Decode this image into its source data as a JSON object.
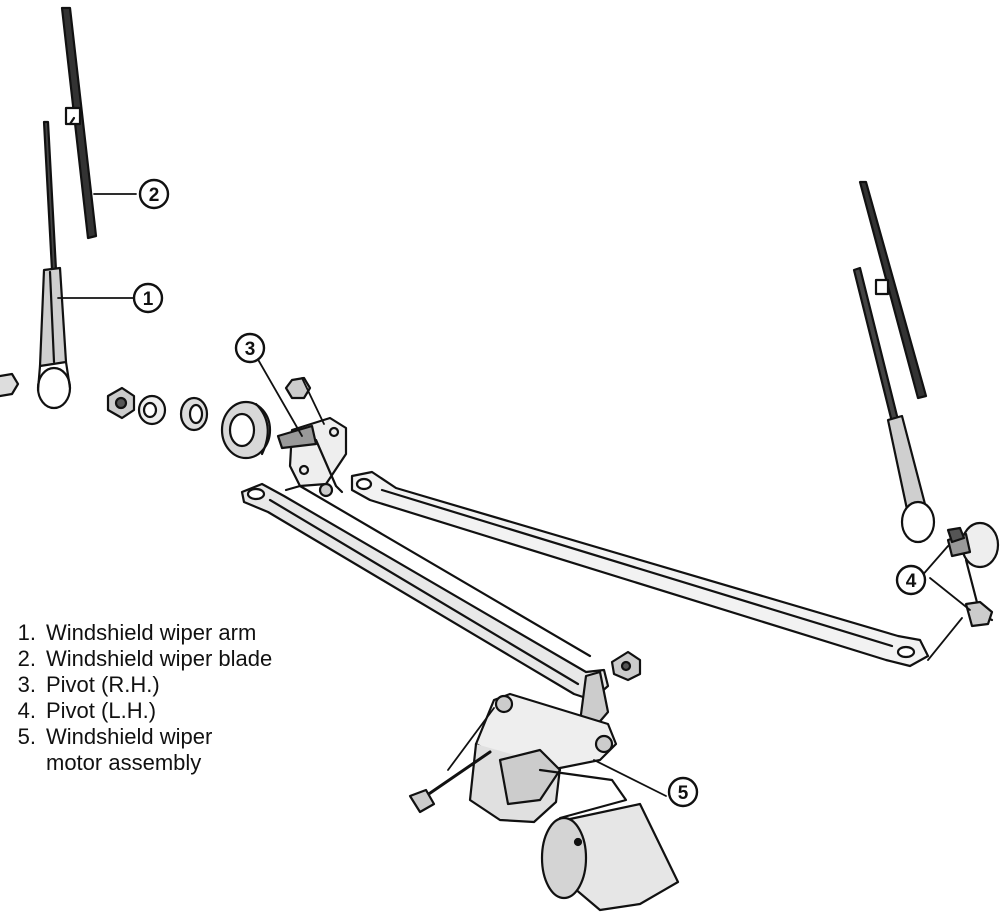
{
  "callouts": {
    "c1": "1",
    "c2": "2",
    "c3": "3",
    "c4": "4",
    "c5": "5"
  },
  "legend": [
    {
      "num": "1.",
      "text": "Windshield wiper arm"
    },
    {
      "num": "2.",
      "text": "Windshield wiper blade"
    },
    {
      "num": "3.",
      "text": "Pivot (R.H.)"
    },
    {
      "num": "4.",
      "text": "Pivot (L.H.)"
    },
    {
      "num": "5.",
      "text": "Windshield wiper\n motor assembly"
    }
  ],
  "colors": {
    "ink": "#111111",
    "paper": "#ffffff",
    "shade": "#cfcfcf"
  }
}
